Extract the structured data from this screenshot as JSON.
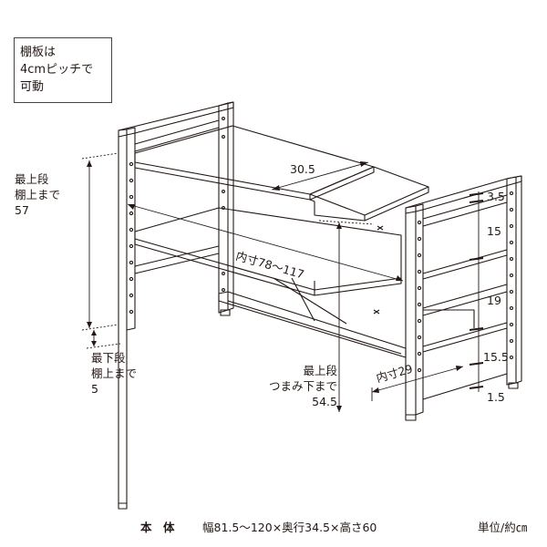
{
  "note": {
    "lines": [
      "棚板は",
      "4cmピッチで",
      "可動"
    ]
  },
  "labels": {
    "top_shelf_to_shelf": [
      "最上段",
      "棚上まで",
      "57"
    ],
    "bottom_shelf_to_shelf": [
      "最下段",
      "棚上まで",
      "5"
    ],
    "top_shelf_to_knob": [
      "最上段",
      "つまみ下まで",
      "54.5"
    ]
  },
  "dimensions": {
    "depth_shelf": "30.5",
    "inner_width": "内寸78～117",
    "inner_depth": "内寸29",
    "pitch_1": "3.5",
    "pitch_2": "15",
    "pitch_3": "19",
    "pitch_4": "15.5",
    "pitch_5": "1.5"
  },
  "footer": {
    "body_label": "本　体",
    "body_size": "幅81.5～120×奥行34.5×高さ60",
    "unit": "単位/約㎝"
  }
}
